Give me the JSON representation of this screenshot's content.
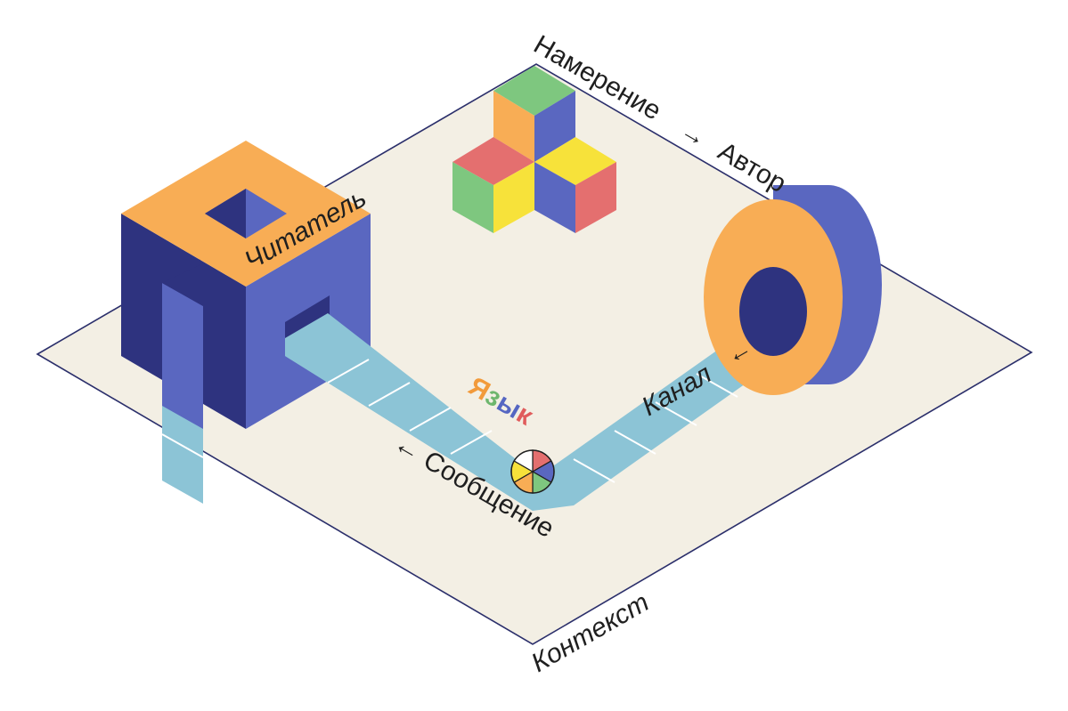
{
  "labels": {
    "intent": "Намерение",
    "arrow_right": "→",
    "author": "Автор",
    "reader": "Читатель",
    "channel": "Канал",
    "arrow_left_small": "←",
    "message": "← Сообщение",
    "context": "Контекст",
    "language_letters": [
      "Я",
      "з",
      "ы",
      "к"
    ]
  },
  "colors": {
    "plane": "#f3efe4",
    "outline": "#2b2f6b",
    "navy": "#2e337f",
    "blue": "#5a67c0",
    "orange": "#f8ad55",
    "green": "#7ec77f",
    "red": "#e46f6f",
    "yellow": "#f7e23a",
    "tape": "#8cc4d6",
    "language_letter_colors": [
      "#f29a3a",
      "#6db66d",
      "#5566c2",
      "#e05c5c"
    ],
    "wheel": [
      "#e46f6f",
      "#5a67c0",
      "#7ec77f",
      "#f8ad55",
      "#f7e23a",
      "#ffffff"
    ]
  },
  "icons": [
    "cube-cluster-icon",
    "ring-icon",
    "hollow-cube-icon",
    "color-wheel-icon"
  ]
}
